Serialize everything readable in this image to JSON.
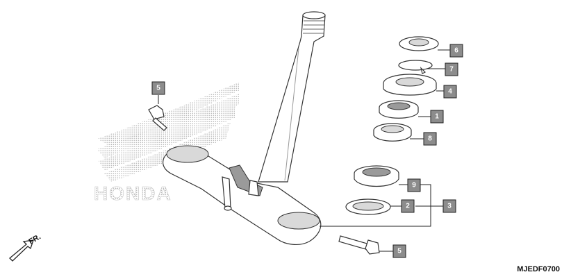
{
  "callouts": [
    {
      "id": "c6",
      "label": "6"
    },
    {
      "id": "c7",
      "label": "7"
    },
    {
      "id": "c4",
      "label": "4"
    },
    {
      "id": "c1",
      "label": "1"
    },
    {
      "id": "c8",
      "label": "8"
    },
    {
      "id": "c9",
      "label": "9"
    },
    {
      "id": "c2",
      "label": "2"
    },
    {
      "id": "c3",
      "label": "3"
    },
    {
      "id": "c5a",
      "label": "5"
    },
    {
      "id": "c5b",
      "label": "5"
    }
  ],
  "front_indicator": "FR.",
  "watermark": "HONDA",
  "figure_code": "MJEDF0700"
}
